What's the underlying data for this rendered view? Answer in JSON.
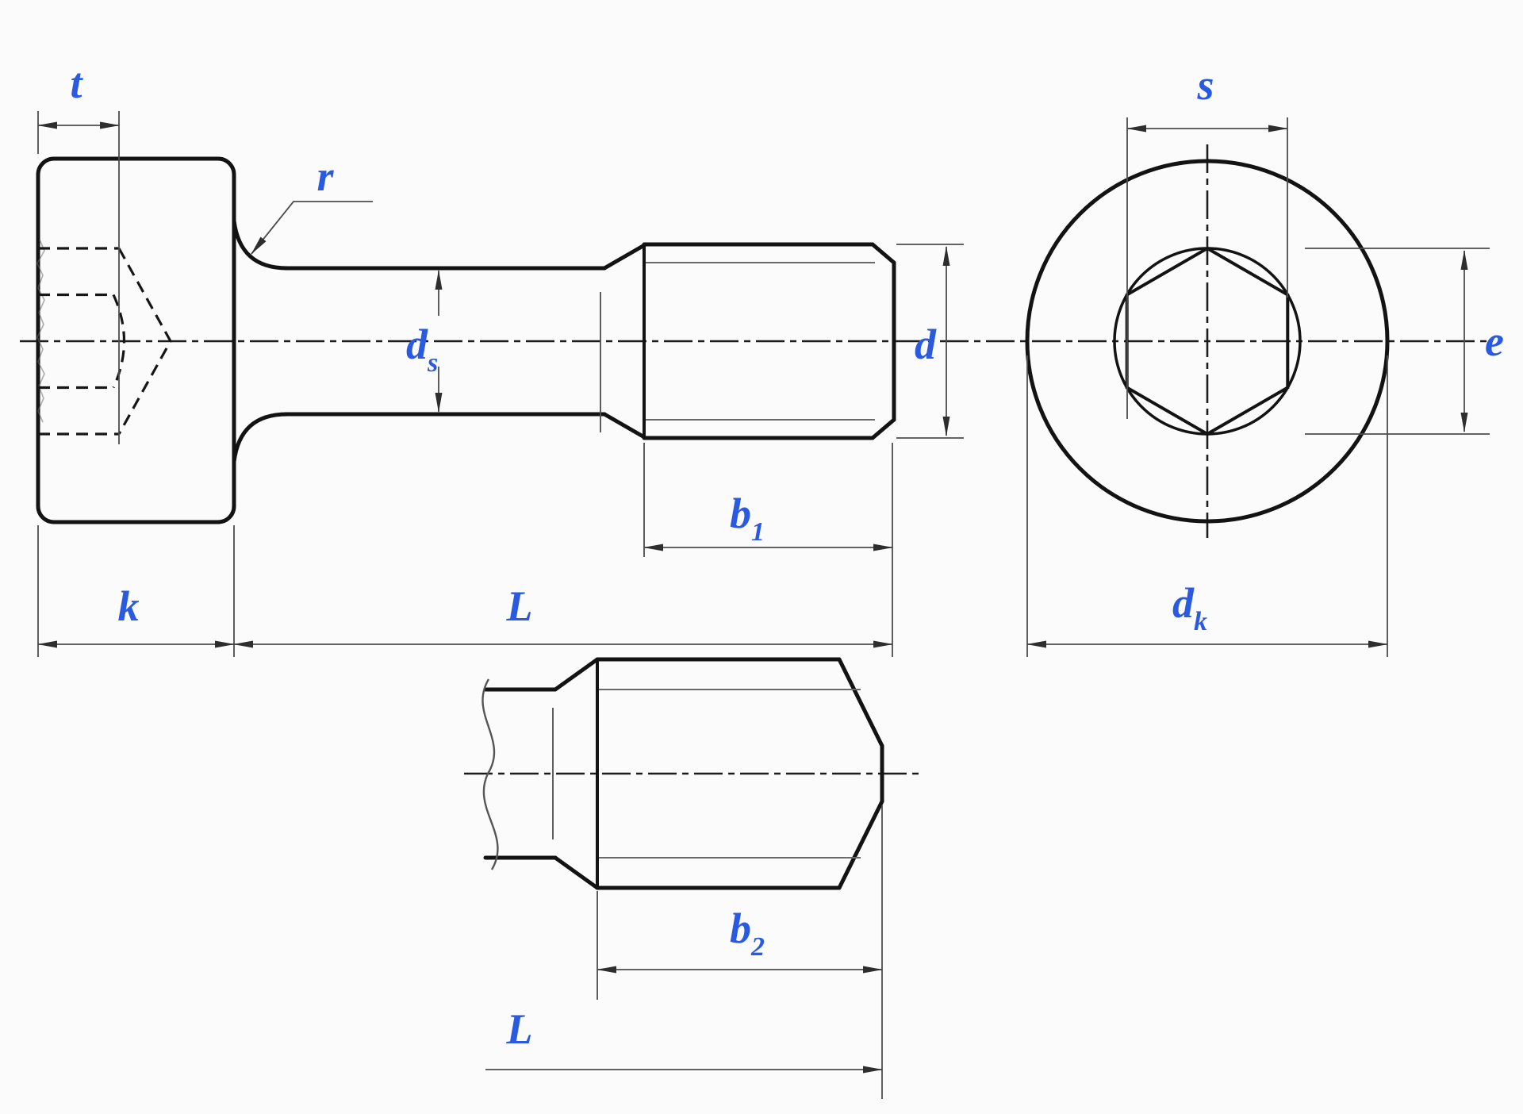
{
  "drawing": {
    "description": "Technical dimension drawing of a hex socket head cap screw: side view, end view and broken partial view",
    "colors": {
      "label_blue": "#2a5adf",
      "outline_black": "#131313",
      "dimension_gray": "#4d4d4d",
      "centerline_black": "#1c1c1c",
      "background": "#fbfbfb"
    },
    "labels": {
      "socket_depth": {
        "base": "t"
      },
      "fillet_radius": {
        "base": "r"
      },
      "shank_diameter": {
        "base": "d",
        "sub": "s"
      },
      "thread_diameter": {
        "base": "d"
      },
      "thread_length_top": {
        "base": "b",
        "sub": "1"
      },
      "head_height": {
        "base": "k"
      },
      "overall_length_top": {
        "base": "L"
      },
      "socket_across_flats": {
        "base": "s"
      },
      "socket_across_corners": {
        "base": "e"
      },
      "head_diameter": {
        "base": "d",
        "sub": "k"
      },
      "thread_length_bottom": {
        "base": "b",
        "sub": "2"
      },
      "overall_length_bottom": {
        "base": "L"
      }
    }
  }
}
